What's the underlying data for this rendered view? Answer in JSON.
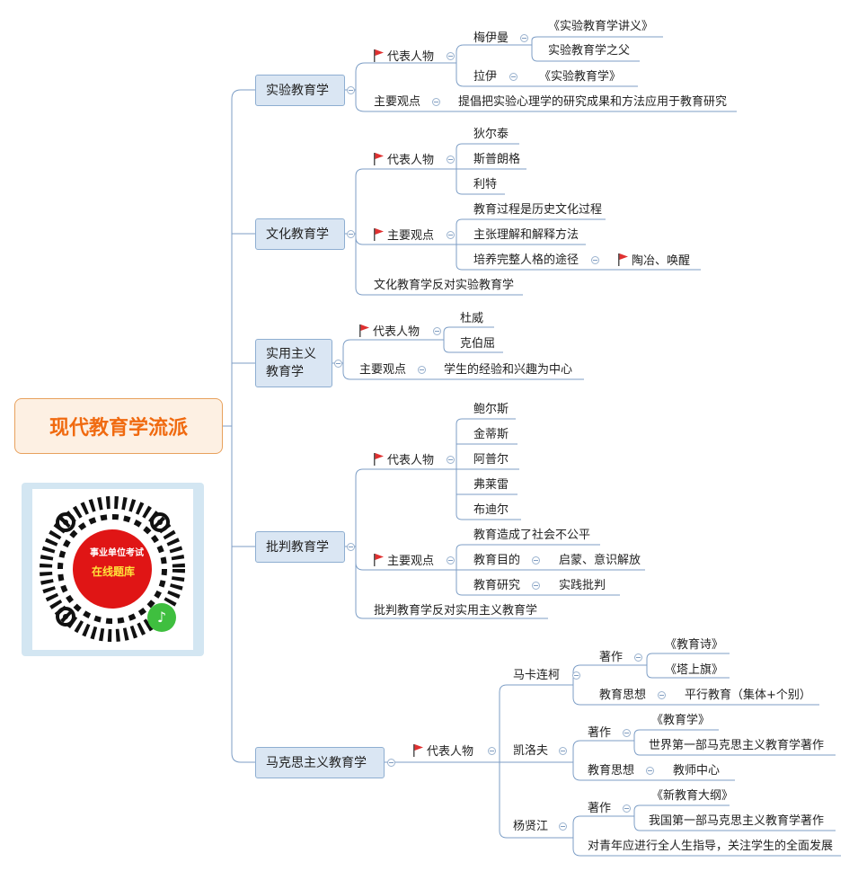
{
  "root": "现代教育学流派",
  "qr": {
    "line1": "事业单位考试",
    "line2": "在线题库"
  },
  "b1": {
    "title": "实验教育学",
    "rep": "代表人物",
    "p1": "梅伊曼",
    "p1a": "《实验教育学讲义》",
    "p1b": "实验教育学之父",
    "p2": "拉伊",
    "p2a": "《实验教育学》",
    "view": "主要观点",
    "viewa": "提倡把实验心理学的研究成果和方法应用于教育研究"
  },
  "b2": {
    "title": "文化教育学",
    "rep": "代表人物",
    "r1": "狄尔泰",
    "r2": "斯普朗格",
    "r3": "利特",
    "view": "主要观点",
    "v1": "教育过程是历史文化过程",
    "v2": "主张理解和解释方法",
    "v3": "培养完整人格的途径",
    "v3a": "陶冶、唤醒",
    "note": "文化教育学反对实验教育学"
  },
  "b3": {
    "title1": "实用主义",
    "title2": "教育学",
    "rep": "代表人物",
    "r1": "杜威",
    "r2": "克伯屈",
    "view": "主要观点",
    "viewa": "学生的经验和兴趣为中心"
  },
  "b4": {
    "title": "批判教育学",
    "rep": "代表人物",
    "r1": "鲍尔斯",
    "r2": "金蒂斯",
    "r3": "阿普尔",
    "r4": "弗莱雷",
    "r5": "布迪尔",
    "view": "主要观点",
    "v1": "教育造成了社会不公平",
    "v2": "教育目的",
    "v2a": "启蒙、意识解放",
    "v3": "教育研究",
    "v3a": "实践批判",
    "note": "批判教育学反对实用主义教育学"
  },
  "b5": {
    "title": "马克思主义教育学",
    "rep": "代表人物",
    "m": "马卡连柯",
    "m_w": "著作",
    "m_w1": "《教育诗》",
    "m_w2": "《塔上旗》",
    "m_t": "教育思想",
    "m_ta": "平行教育（集体+个别）",
    "k": "凯洛夫",
    "k_w": "著作",
    "k_w1": "《教育学》",
    "k_w2": "世界第一部马克思主义教育学著作",
    "k_t": "教育思想",
    "k_ta": "教师中心",
    "y": "杨贤江",
    "y_w": "著作",
    "y_w1": "《新教育大纲》",
    "y_w2": "我国第一部马克思主义教育学著作",
    "y_t": "对青年应进行全人生指导，关注学生的全面发展"
  },
  "colors": {
    "line": "#6f95c3",
    "accent": "#f06a10",
    "flag": "#e03030"
  }
}
